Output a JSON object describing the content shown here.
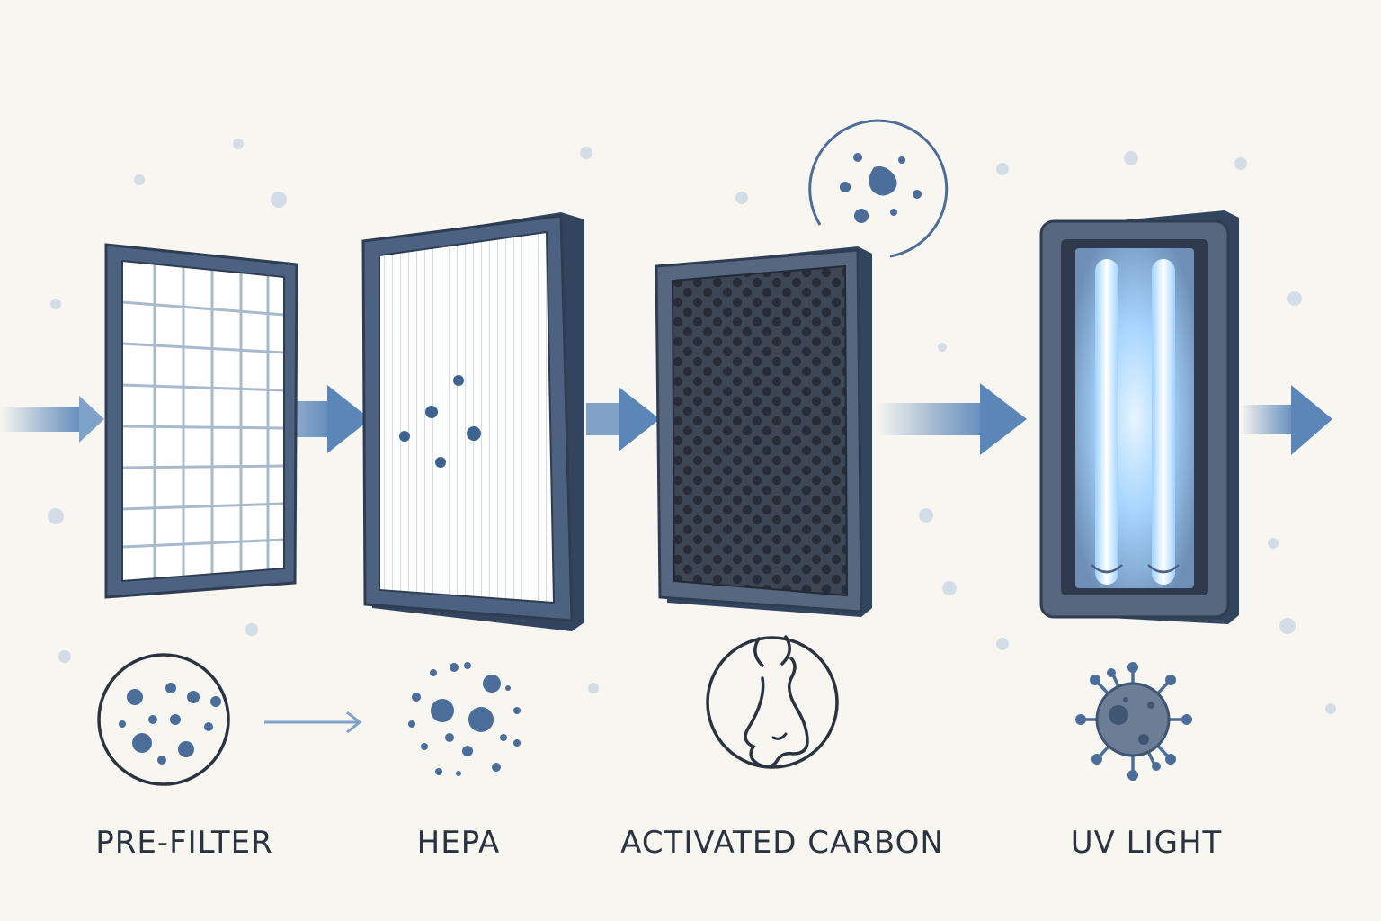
{
  "colors": {
    "background": "#f8f6f1",
    "frame": "#4d6180",
    "frame_dark": "#33455e",
    "accent_blue": "#5b86b8",
    "particle": "#4a6d9a",
    "uv_glow": "#a8d6ff",
    "carbon": "#3d4654"
  },
  "stages": [
    {
      "label": "PRE-FILTER",
      "filter_icon": "grid-mesh-icon",
      "detail_icon": "large-particles-circle-icon"
    },
    {
      "label": "HEPA",
      "filter_icon": "pleated-media-icon",
      "detail_icon": "fine-particles-icon"
    },
    {
      "label": "ACTIVATED CARBON",
      "filter_icon": "carbon-pores-icon",
      "detail_icon": "nose-odor-icon"
    },
    {
      "label": "UV LIGHT",
      "filter_icon": "uv-lamp-icon",
      "detail_icon": "virus-icon"
    }
  ]
}
